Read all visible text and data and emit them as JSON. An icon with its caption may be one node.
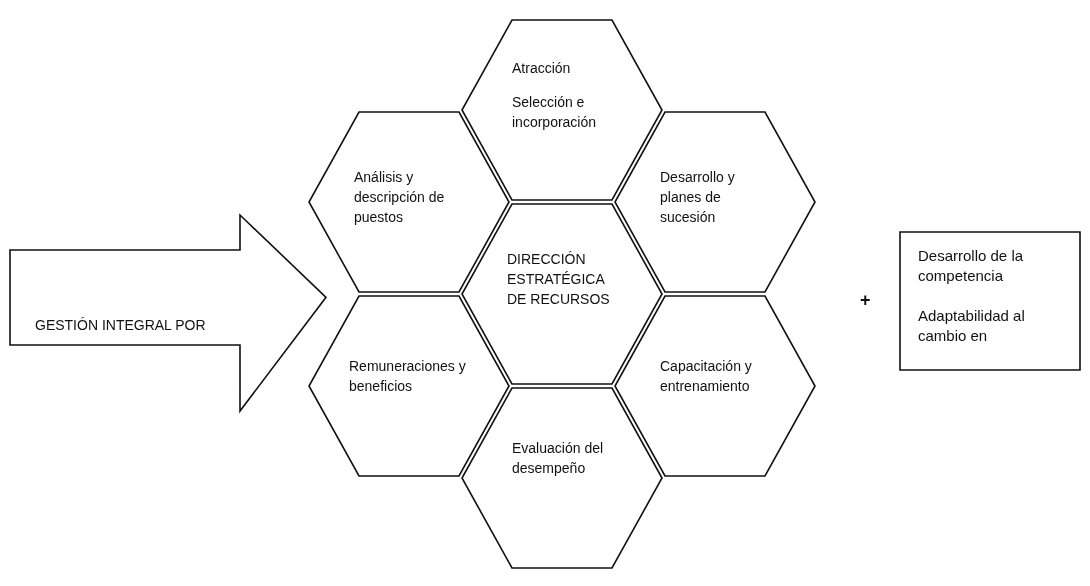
{
  "diagram": {
    "nodes": [
      {
        "text": [
          "Atracción",
          "Selección e incorporación"
        ]
      },
      {
        "text": [
          "Análisis y descripción de puestos"
        ]
      },
      {
        "text": [
          "Desarrollo y planes de sucesión"
        ]
      },
      {
        "text": [
          "Desarrollo de la competencia",
          "Adaptabilidad al cambio en"
        ]
      },
      {
        "text": [
          "GESTIÓN INTEGRAL POR"
        ]
      },
      {
        "text": [
          "DIRECCIÓN ESTRATÉGICA DE RECURSOS"
        ]
      },
      {
        "text": [
          "Remuneraciones y beneficios"
        ]
      },
      {
        "text": [
          "Capacitación y entrenamiento"
        ]
      },
      {
        "text": [
          "Evaluación del desempeño"
        ]
      }
    ],
    "labels": [
      "+"
    ]
  }
}
